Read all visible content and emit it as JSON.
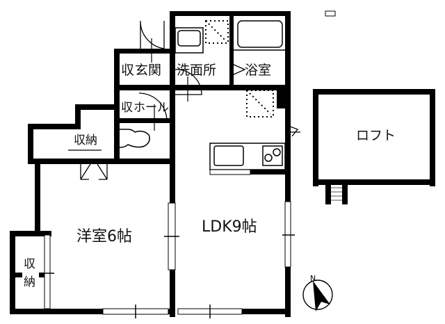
{
  "floor_plan": {
    "rooms": {
      "western_room": {
        "label": "洋室6帖"
      },
      "ldk": {
        "label": "LDK9帖"
      },
      "loft": {
        "label": "ロフト"
      },
      "bathroom": {
        "label": "浴室"
      },
      "washroom": {
        "label": "洗面所"
      },
      "entrance": {
        "label": "玄関"
      },
      "entrance_storage": {
        "label": "収"
      },
      "hall_storage": {
        "label": "収"
      },
      "hall": {
        "label": "ホール"
      },
      "storage_upper": {
        "label": "収納"
      },
      "storage_lower_top": {
        "label": "収"
      },
      "storage_lower_bottom": {
        "label": "納"
      }
    },
    "compass": {
      "label": "N"
    },
    "colors": {
      "wall": "#000000",
      "background": "#ffffff"
    }
  }
}
